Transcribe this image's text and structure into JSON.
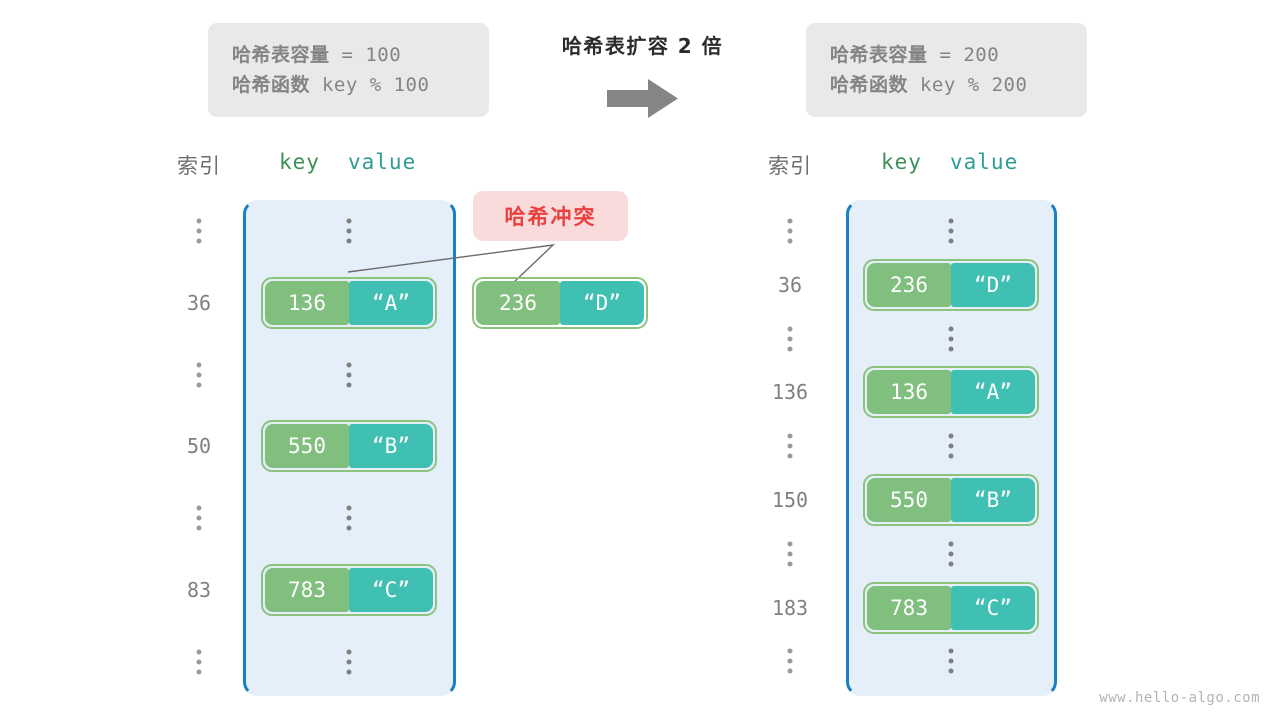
{
  "center": {
    "title": "哈希表扩容 2 倍",
    "arrow_icon": "right-arrow-icon"
  },
  "info_left": {
    "line1_label": "哈希表容量",
    "line1_value": " = 100",
    "line2_label": "哈希函数",
    "line2_value": " key % 100"
  },
  "info_right": {
    "line1_label": "哈希表容量",
    "line1_value": " = 200",
    "line2_label": "哈希函数",
    "line2_value": " key % 200"
  },
  "left_panel": {
    "header_index": "索引",
    "header_key": "key",
    "header_value": "value",
    "rows": [
      {
        "index": "⋮",
        "type": "ellipsis"
      },
      {
        "index": "36",
        "type": "entry",
        "key": "136",
        "value": "“A”"
      },
      {
        "index": "⋮",
        "type": "ellipsis"
      },
      {
        "index": "50",
        "type": "entry",
        "key": "550",
        "value": "“B”"
      },
      {
        "index": "⋮",
        "type": "ellipsis"
      },
      {
        "index": "83",
        "type": "entry",
        "key": "783",
        "value": "“C”"
      },
      {
        "index": "⋮",
        "type": "ellipsis"
      }
    ]
  },
  "right_panel": {
    "header_index": "索引",
    "header_key": "key",
    "header_value": "value",
    "rows": [
      {
        "index": "⋮",
        "type": "ellipsis"
      },
      {
        "index": "36",
        "type": "entry",
        "key": "236",
        "value": "“D”"
      },
      {
        "index": "⋮",
        "type": "ellipsis"
      },
      {
        "index": "136",
        "type": "entry",
        "key": "136",
        "value": "“A”"
      },
      {
        "index": "⋮",
        "type": "ellipsis"
      },
      {
        "index": "150",
        "type": "entry",
        "key": "550",
        "value": "“B”"
      },
      {
        "index": "⋮",
        "type": "ellipsis"
      },
      {
        "index": "183",
        "type": "entry",
        "key": "783",
        "value": "“C”"
      },
      {
        "index": "⋮",
        "type": "ellipsis"
      }
    ]
  },
  "collision": {
    "badge_label": "哈希冲突",
    "floating_entry": {
      "key": "236",
      "value": "“D”"
    }
  },
  "watermark": "www.hello-algo.com",
  "colors": {
    "key_cell": "#81bf7f",
    "value_cell": "#40bfb3",
    "entry_border": "#8ec37d",
    "panel_fill": "#e4effa",
    "panel_border": "#1b7fc4",
    "badge_bg": "#fadbdb",
    "badge_text": "#e8413f",
    "info_bg": "#e9e9e9",
    "info_text": "#848484",
    "header_key": "#3d8f56",
    "header_value": "#2e9c95",
    "index_text": "#808080",
    "arrow": "#858585"
  }
}
